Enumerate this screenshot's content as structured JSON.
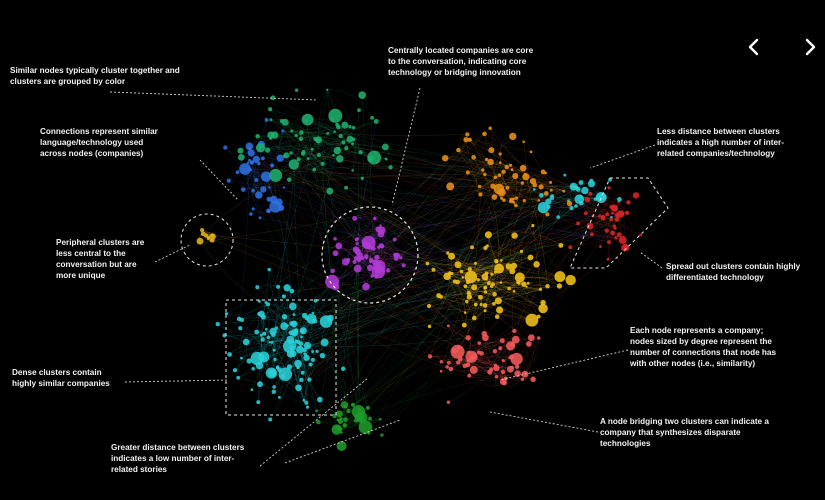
{
  "navigation": {
    "prev_icon": "chevron-left-icon",
    "next_icon": "chevron-right-icon"
  },
  "colors": {
    "background": "#000000",
    "annotation_text": "#f2f2f2",
    "annotation_line": "#cfcfcf",
    "clusters": {
      "blue": "#2f6fe0",
      "green": "#1fae6e",
      "purple": "#b23ad6",
      "cyan": "#2ad0d8",
      "yellow": "#f3c21a",
      "orange": "#e8901a",
      "red": "#d92626",
      "salmon": "#f25a5a",
      "dark_green": "#1f9a2a",
      "gold": "#e2b21e"
    }
  },
  "annotations": {
    "similar_nodes": "Similar nodes typically cluster together and\nclusters are grouped by color",
    "central": "Centrally located companies are core\nto the conversation, indicating core\ntechnology or bridging innovation",
    "connections": "Connections represent similar\nlanguage/technology used\nacross nodes (companies)",
    "less_distance": "Less distance between clusters\nindicates a high number of inter-\nrelated companies/technology",
    "peripheral": "Peripheral clusters are\nless central to the\nconversation but are\nmore unique",
    "spread_out": "Spread out clusters contain highly\ndifferentiated technology",
    "each_node": "Each node represents a company;\nnodes sized by degree represent the\nnumber of connections that node has\nwith other nodes (i.e., similarity)",
    "dense": "Dense clusters contain\nhighly similar companies",
    "bridging": "A node bridging two clusters can indicate a\ncompany that synthesizes disparate\ntechnologies",
    "greater_distance": "Greater distance between clusters\nindicates a low number of inter-\nrelated stories"
  }
}
